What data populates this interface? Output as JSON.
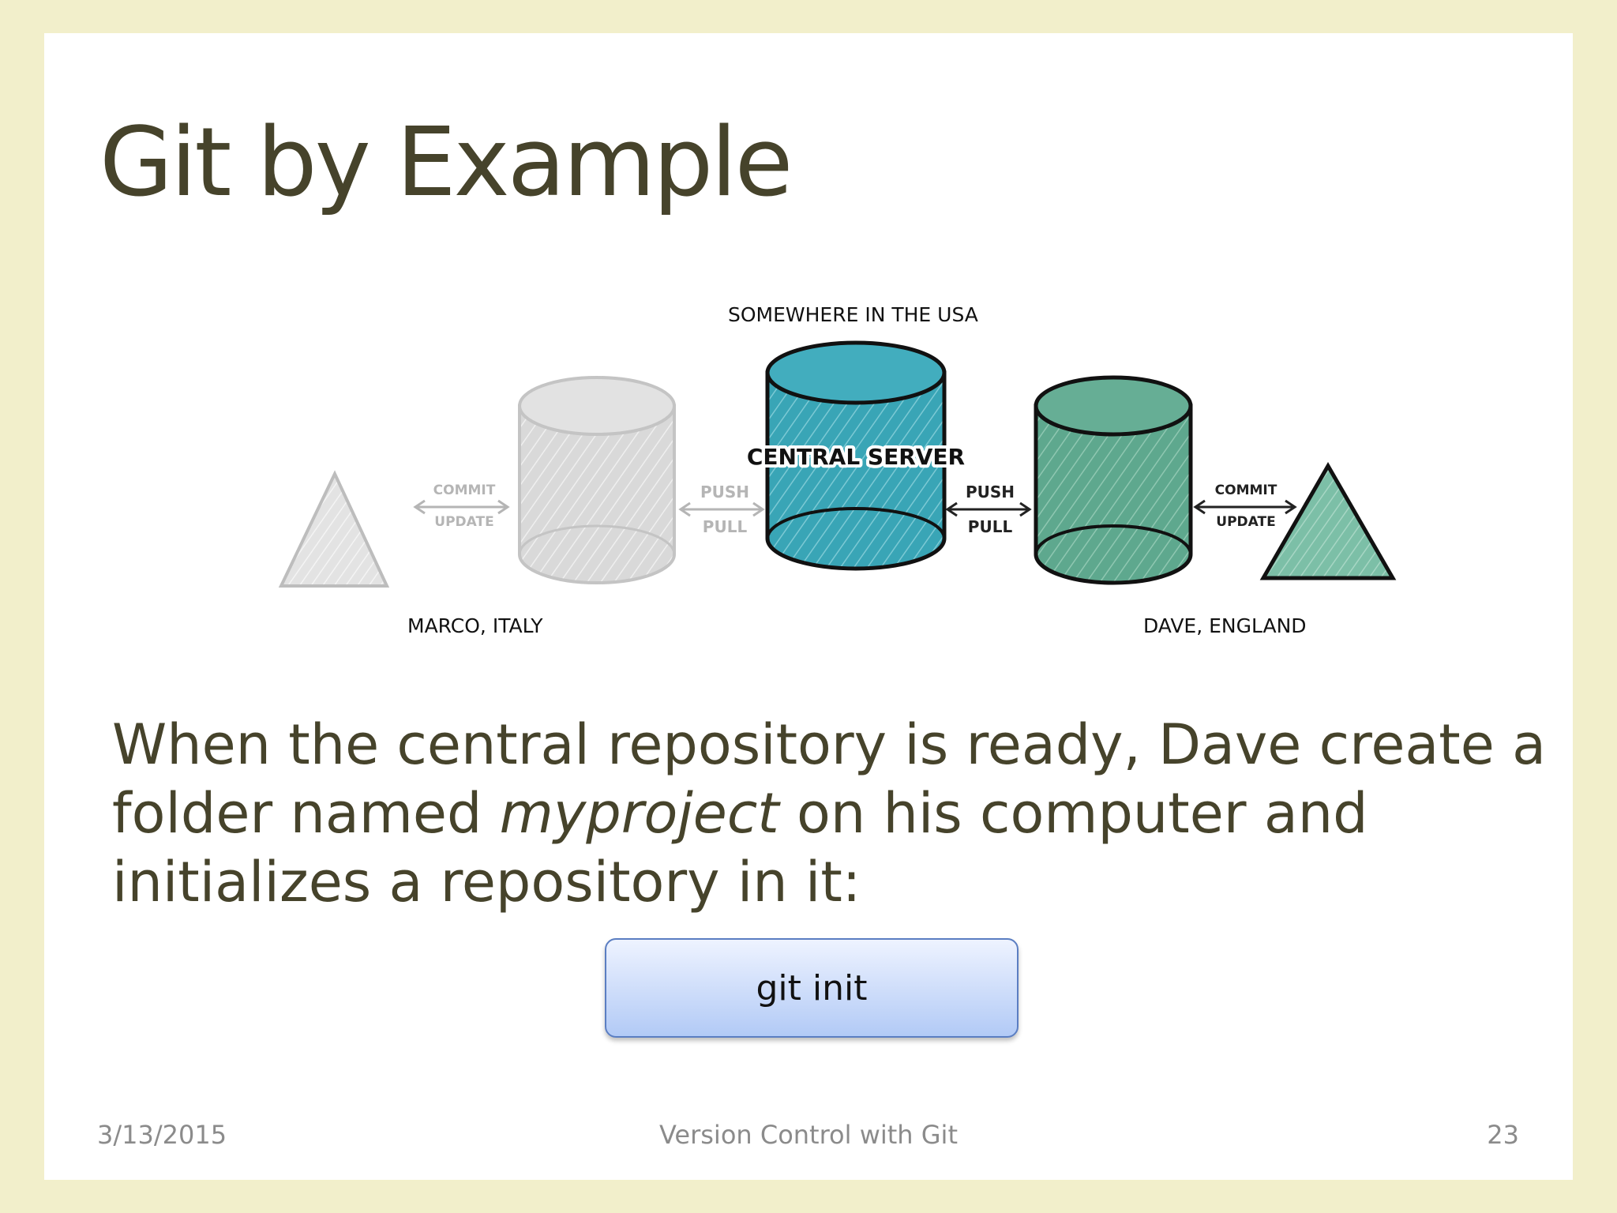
{
  "slide": {
    "title": "Git by Example",
    "diagram": {
      "top_label": "SOMEWHERE IN THE USA",
      "server_label": "CENTRAL SERVER",
      "left_location": "MARCO, ITALY",
      "right_location": "DAVE, ENGLAND",
      "commit_label": "COMMIT",
      "update_label": "UPDATE",
      "push_label": "PUSH",
      "pull_label": "PULL",
      "colors": {
        "server": "#3aa7b8",
        "dave_repo": "#5fab90",
        "marco_repo": "#d8d8d8"
      },
      "icons": [
        "marco-triangle-icon",
        "marco-cylinder-icon",
        "server-cylinder-icon",
        "dave-cylinder-icon",
        "dave-triangle-icon",
        "double-arrow-icon"
      ]
    },
    "body": {
      "part1": "When the central repository is ready, Dave create a folder named ",
      "emphasis": "myproject",
      "part2": " on his computer and initializes a repository in it:"
    },
    "command": "git init",
    "footer": {
      "date": "3/13/2015",
      "center": "Version Control with Git",
      "page": "23"
    }
  }
}
